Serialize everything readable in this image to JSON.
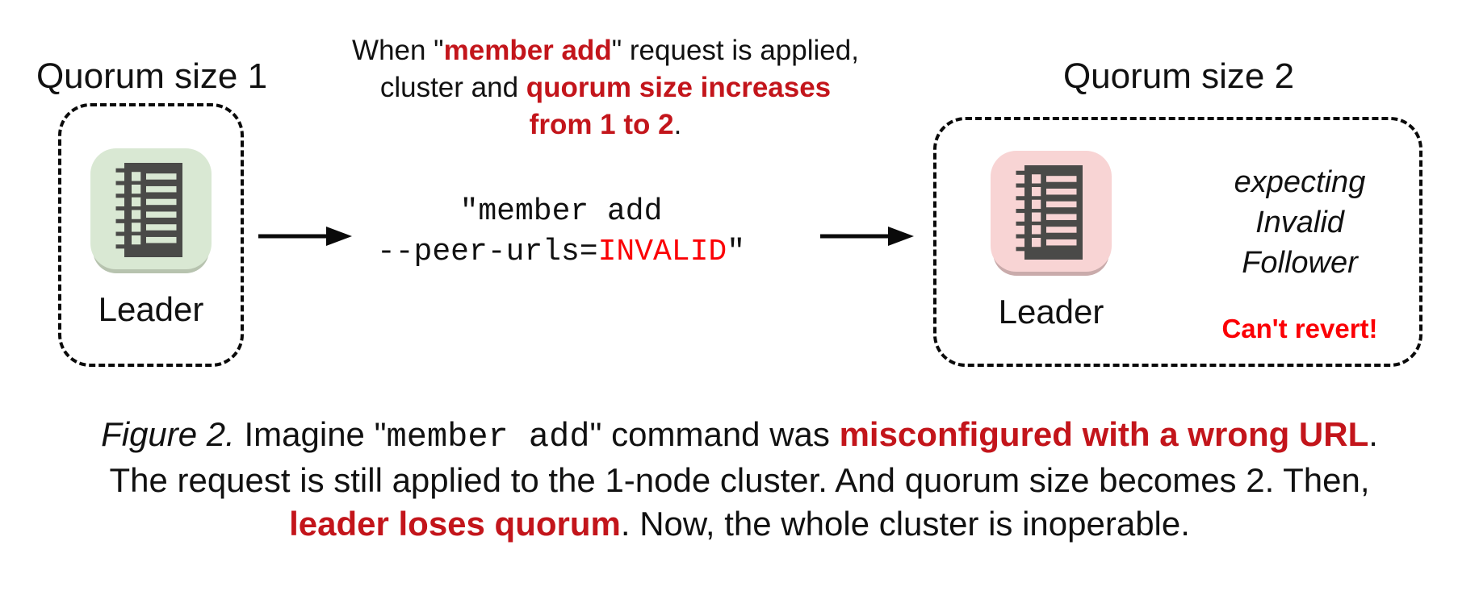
{
  "colors": {
    "dark_red": "#c3151b",
    "bright_red": "#fb0005",
    "icon_dark": "#4a4a48",
    "green_bg": "#d9e8d3",
    "green_shadow": "#b7c3af",
    "pink_bg": "#f8d4d4",
    "pink_shadow": "#c9abab",
    "ink": "#111111"
  },
  "figure": {
    "left_cluster": {
      "heading": "Quorum size 1",
      "node": {
        "label": "Leader",
        "icon": "server-log-icon",
        "variant": "green"
      }
    },
    "annotation_lines": [
      [
        {
          "t": "When \"",
          "s": "plain"
        },
        {
          "t": "member add",
          "s": "red"
        },
        {
          "t": "\" request is applied,",
          "s": "plain"
        }
      ],
      [
        {
          "t": "cluster and ",
          "s": "plain"
        },
        {
          "t": "quorum size increases",
          "s": "red"
        }
      ],
      [
        {
          "t": "from 1 to 2",
          "s": "red"
        },
        {
          "t": ".",
          "s": "plain"
        }
      ]
    ],
    "command_lines": [
      [
        {
          "t": "\"member add",
          "s": "mono"
        }
      ],
      [
        {
          "t": "--peer-urls=",
          "s": "mono"
        },
        {
          "t": "INVALID",
          "s": "mono-red"
        },
        {
          "t": "\"",
          "s": "mono"
        }
      ]
    ],
    "right_cluster": {
      "heading": "Quorum size 2",
      "node": {
        "label": "Leader",
        "icon": "server-log-icon",
        "variant": "pink"
      },
      "expectation": "expecting\nInvalid\nFollower",
      "warning": "Can't revert!"
    },
    "caption_lines": [
      [
        {
          "t": "Figure 2.",
          "s": "italic"
        },
        {
          "t": " Imagine \"",
          "s": "plain"
        },
        {
          "t": "member add",
          "s": "mono"
        },
        {
          "t": "\" command was ",
          "s": "plain"
        },
        {
          "t": "misconfigured with a wrong URL",
          "s": "red"
        },
        {
          "t": ".",
          "s": "plain"
        }
      ],
      [
        {
          "t": "The request is still applied to the 1-node cluster. And quorum size becomes 2. Then,",
          "s": "plain"
        }
      ],
      [
        {
          "t": "leader loses quorum",
          "s": "red"
        },
        {
          "t": ". Now, the whole cluster is inoperable.",
          "s": "plain"
        }
      ]
    ]
  }
}
